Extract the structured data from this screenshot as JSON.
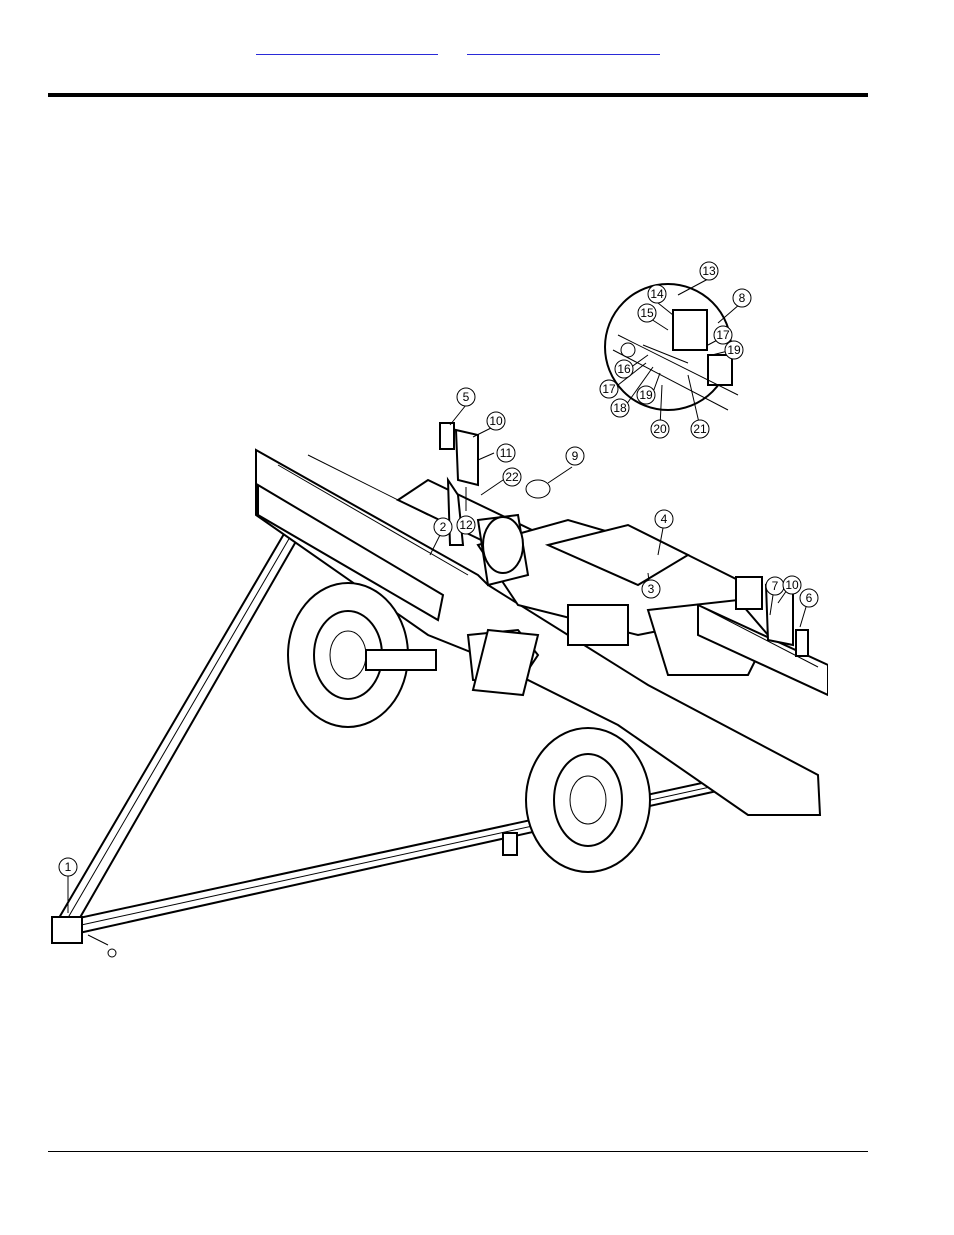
{
  "header": {
    "links": [
      "",
      ""
    ]
  },
  "callouts": [
    "1",
    "2",
    "3",
    "4",
    "5",
    "6",
    "7",
    "8",
    "9",
    "10",
    "11",
    "12",
    "13",
    "14",
    "15",
    "16",
    "17",
    "18",
    "19",
    "20",
    "21",
    "22"
  ]
}
